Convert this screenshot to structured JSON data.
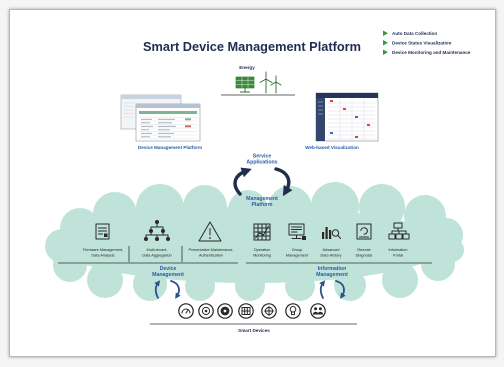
{
  "title": "Smart Device Management Platform",
  "legend": {
    "items": [
      "Auto Data Collection",
      "Device Status Visualization",
      "Device Monitoring and Maintenance"
    ]
  },
  "energy": {
    "label": "Energy",
    "icons": [
      "solar-panel-icon",
      "wind-turbine-icon"
    ]
  },
  "screens": {
    "left": {
      "label": "Device Management Platform",
      "icon": "desktop-app-screenshot"
    },
    "right": {
      "label": "Web-based Visualization",
      "icon": "web-dashboard-screenshot"
    }
  },
  "service_applications": {
    "lines": [
      "Service",
      "Applications"
    ]
  },
  "management_platform": {
    "lines": [
      "Management",
      "Platform"
    ]
  },
  "device_management": {
    "title": [
      "Device",
      "Management"
    ],
    "features": [
      {
        "lines": [
          "Firmware Management,",
          "Data Analysis"
        ],
        "icon": "firmware-document-icon"
      },
      {
        "lines": [
          "Multi-tenant,",
          "Data Aggregation"
        ],
        "icon": "user-hierarchy-icon"
      },
      {
        "lines": [
          "Preventative Maintenance,",
          "Authentication"
        ],
        "icon": "warning-triangle-icon"
      }
    ]
  },
  "information_management": {
    "title": [
      "Information",
      "Management"
    ],
    "features": [
      {
        "lines": [
          "Operation",
          "Monitoring"
        ],
        "icon": "grid-chart-icon"
      },
      {
        "lines": [
          "Group",
          "Management"
        ],
        "icon": "group-monitor-icon"
      },
      {
        "lines": [
          "Advanced",
          "Data History"
        ],
        "icon": "bar-chart-magnifier-icon"
      },
      {
        "lines": [
          "Remote",
          "Diagnosis"
        ],
        "icon": "remote-diagnosis-icon"
      },
      {
        "lines": [
          "Information",
          "Portal"
        ],
        "icon": "org-chart-icon"
      }
    ]
  },
  "smart_devices": {
    "label": "Smart Devices",
    "icons": [
      "gauge-icon",
      "target-icon",
      "record-icon",
      "grid-device-icon",
      "crosshair-icon",
      "bulb-icon",
      "people-icon"
    ]
  },
  "colors": {
    "title": "#1f2d4e",
    "accent_blue": "#2b5ba8",
    "cloud": "#bfe3d8",
    "bullet_green": "#3a9a3a",
    "arrow": "#1f2d4e"
  }
}
